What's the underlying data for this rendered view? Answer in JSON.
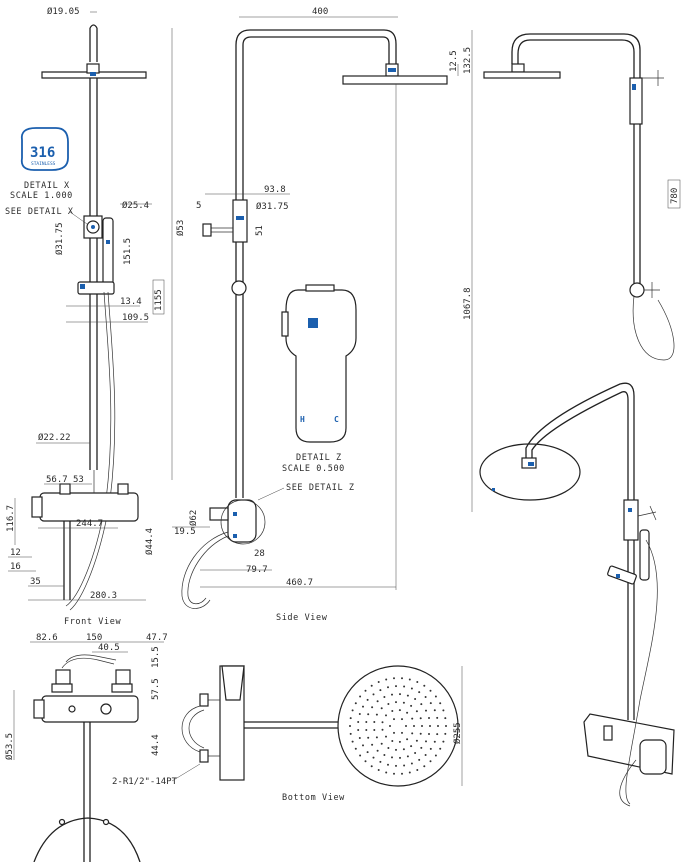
{
  "colors": {
    "ink": "#222222",
    "accent": "#1b5fae",
    "paper": "#ffffff"
  },
  "badge": {
    "number": "316",
    "sub": "STAINLESS"
  },
  "detail_x": {
    "title": "DETAIL X",
    "scale": "SCALE 1.000",
    "callout": "SEE DETAIL X"
  },
  "detail_z": {
    "title": "DETAIL Z",
    "scale": "SCALE 0.500",
    "callout": "SEE DETAIL Z"
  },
  "valve_labels": {
    "hot": "H",
    "cold": "C"
  },
  "views": {
    "front": "Front View",
    "side": "Side View",
    "bottom": "Bottom View"
  },
  "note_thread": "2-R1/2\"-14PT",
  "front_dims": {
    "pipe_top": "Ø19.05",
    "holder": "Ø25.4",
    "riser": "Ø31.75",
    "handset": "151.5",
    "height": "1155",
    "d13": "13.4",
    "d109": "109.5",
    "pipe_low": "Ø22.22",
    "d56": "56.7",
    "d53": "53",
    "d116": "116.7",
    "d244": "244.7",
    "d12": "12",
    "d16": "16",
    "d35": "35",
    "d280": "280.3",
    "bar": "Ø44.4"
  },
  "side_dims": {
    "width": "400",
    "d12": "12.5",
    "d132": "132.5",
    "d93": "93.8",
    "d5": "5",
    "riser": "Ø31.75",
    "d53": "Ø53",
    "d51": "51",
    "height": "1067.8",
    "d62": "Ø62",
    "d19": "19.5",
    "d28": "28",
    "d79": "79.7",
    "d460": "460.7"
  },
  "right_dims": {
    "height": "780"
  },
  "bottom_dims": {
    "d82": "82.6",
    "d150": "150",
    "d47": "47.7",
    "d40": "40.5",
    "d15": "15.5",
    "d57": "57.5",
    "d44": "44.4",
    "d53": "Ø53.5",
    "d255": "Ø255"
  }
}
